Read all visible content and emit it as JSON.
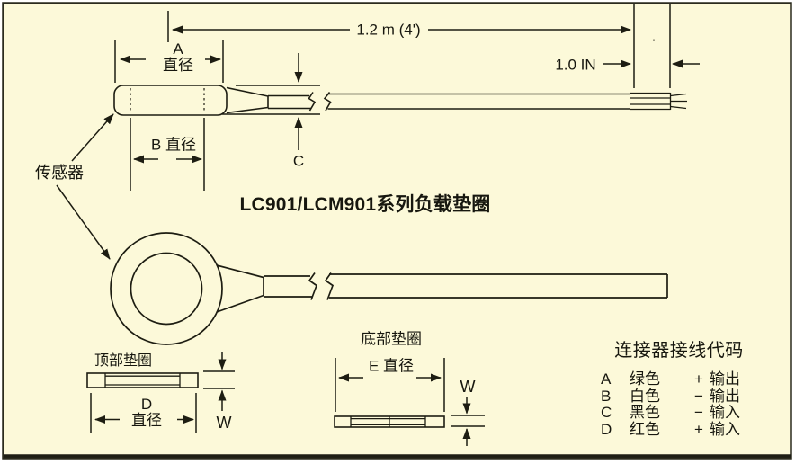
{
  "colors": {
    "background": "#fcf9d9",
    "line": "#1d1d12",
    "border": "#2b2b1e"
  },
  "title": "LC901/LCM901系列负载垫圈",
  "top_view": {
    "sensor_label": "传感器",
    "cable_length": "1.2 m (4')",
    "strip_length": "1.0 IN",
    "dim_a": {
      "letter": "A",
      "word": "直径"
    },
    "dim_b": "B 直径",
    "dim_c": "C",
    "stray_dot": "."
  },
  "top_washer": {
    "label": "顶部垫圈",
    "dim_d": {
      "letter": "D",
      "word": "直径"
    },
    "width_label": "W"
  },
  "bottom_washer": {
    "label": "底部垫圈",
    "dim_e": "E 直径",
    "width_label": "W"
  },
  "wiring": {
    "title": "连接器接线代码",
    "rows": [
      {
        "pin": "A",
        "color_name": "绿色",
        "sign": "+",
        "signal": "输出"
      },
      {
        "pin": "B",
        "color_name": "白色",
        "sign": "−",
        "signal": "输出"
      },
      {
        "pin": "C",
        "color_name": "黑色",
        "sign": "−",
        "signal": "输入"
      },
      {
        "pin": "D",
        "color_name": "红色",
        "sign": "+",
        "signal": "输入"
      }
    ]
  }
}
